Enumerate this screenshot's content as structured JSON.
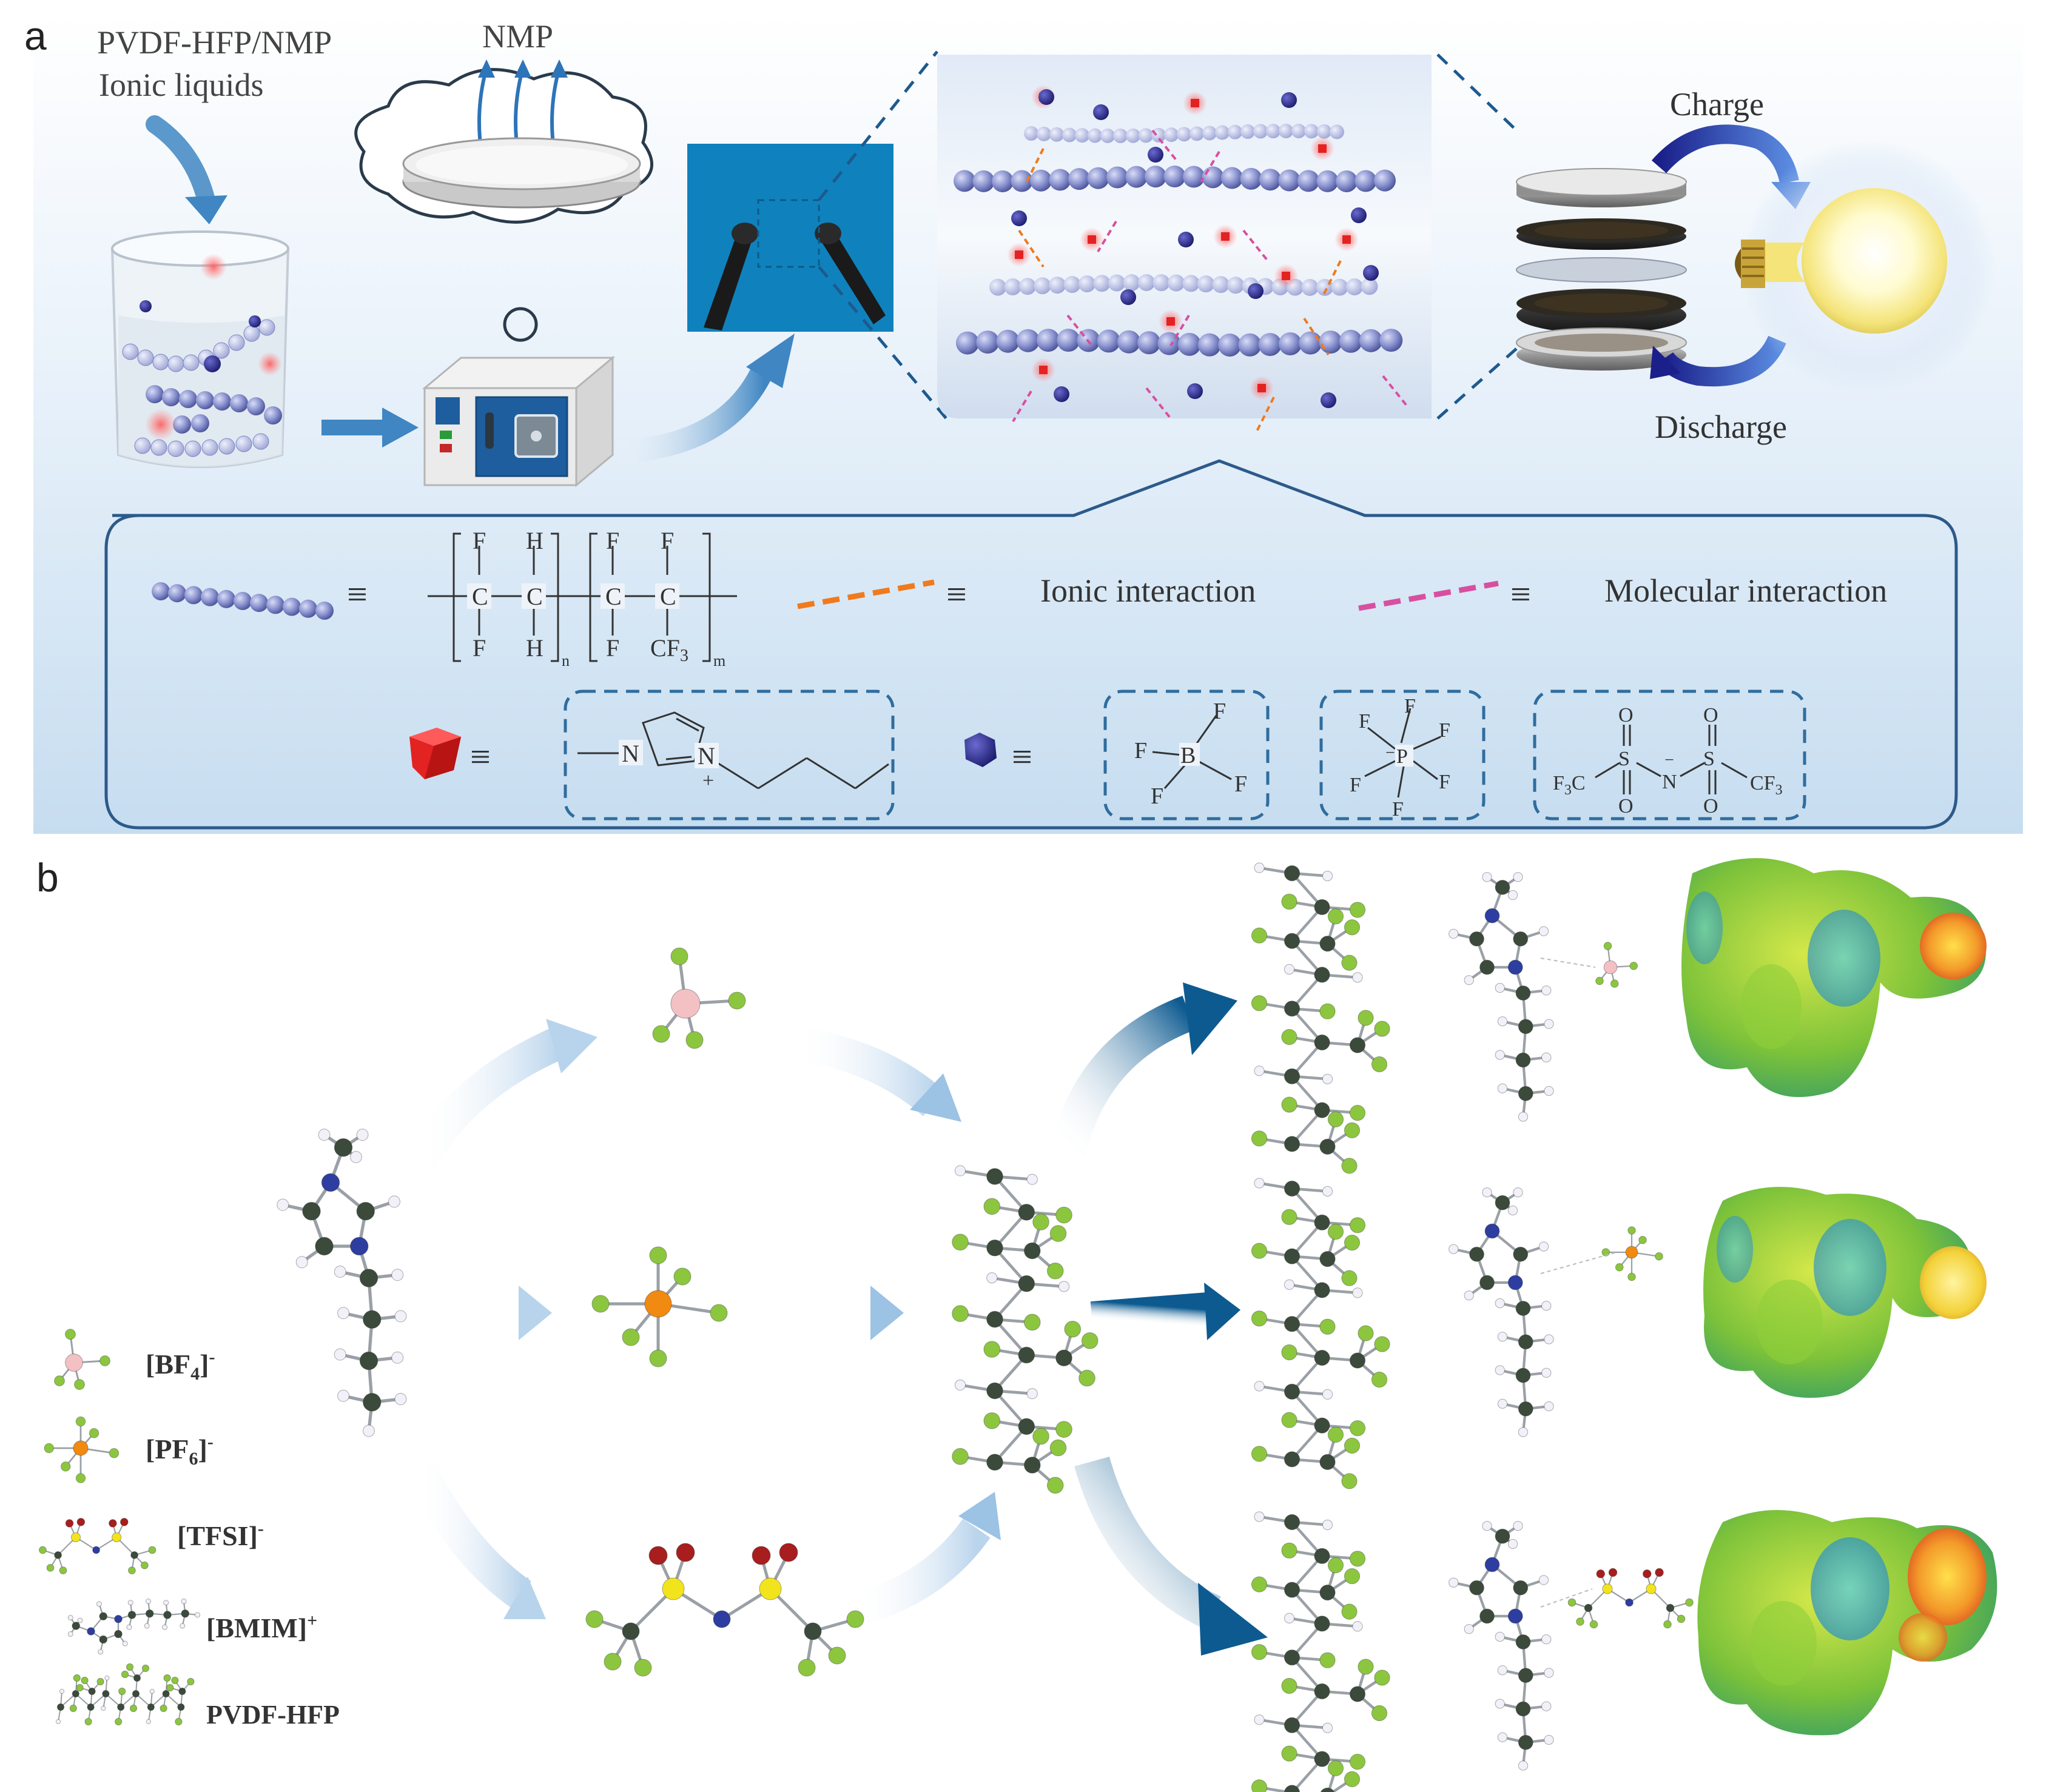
{
  "panel_a": {
    "letter": "a",
    "inputs_line1": "PVDF-HFP/NMP",
    "inputs_line2": "Ionic liquids",
    "evaporation_label": "NMP",
    "charge_label": "Charge",
    "discharge_label": "Discharge",
    "legend": {
      "ionic_interaction": "Ionic interaction",
      "molecular_interaction": "Molecular interaction",
      "equiv_symbol": "≡",
      "polymer_formula": {
        "fluorine": "F",
        "hydrogen": "H",
        "carbon": "C",
        "cf3": "CF",
        "sub_3": "3",
        "sub_n": "n",
        "sub_m": "m"
      },
      "cation_formula": {
        "nitrogen": "N",
        "plus": "+"
      },
      "bf4_formula": {
        "boron": "B",
        "fluorine": "F"
      },
      "pf6_formula": {
        "phosphorus": "P",
        "fluorine": "F",
        "minus": "−"
      },
      "tfsi_formula": {
        "sulfur": "S",
        "oxygen": "O",
        "nitrogen": "N",
        "minus": "−",
        "left_group": "F",
        "left_group_sub": "3",
        "left_group_end": "C",
        "right_group": "CF",
        "right_group_sub": "3"
      }
    }
  },
  "panel_b": {
    "letter": "b",
    "legend_items": [
      {
        "label": "[BF",
        "sub": "4",
        "sup": "-",
        "close": "]"
      },
      {
        "label": "[PF",
        "sub": "6",
        "sup": "-",
        "close": "]"
      },
      {
        "label": "[TFSI]",
        "sub": "",
        "sup": "-",
        "close": ""
      },
      {
        "label": "[BMIM]",
        "sub": "",
        "sup": "+",
        "close": ""
      },
      {
        "label": "PVDF-HFP",
        "sub": "",
        "sup": "",
        "close": ""
      }
    ]
  },
  "colors": {
    "panel_bg_top": "#ffffff",
    "panel_bg_bottom": "#c9dff1",
    "legend_border": "#2c5a8a",
    "dashed_box": "#2f6d9e",
    "polymer_bead": "#7f8ac8",
    "polymer_bead_dark": "#3f4aa0",
    "cation_red": "#e32222",
    "anion_blue": "#2a2a8c",
    "ionic_interaction": "#f07a1c",
    "molecular_interaction": "#d84fa0",
    "arrow_dark": "#0d5a90",
    "arrow_light": "#b8d4ec",
    "atom_carbon": "#3b4a3b",
    "atom_fluorine": "#8cc63f",
    "atom_hydrogen": "#f2f0f8",
    "atom_boron": "#f3c0c4",
    "atom_phosphorus": "#f08a10",
    "atom_sulfur": "#f2e41c",
    "atom_oxygen": "#a81d1d",
    "atom_nitrogen": "#2d3ea0"
  },
  "icons": [
    "beaker-icon",
    "petri-dish-icon",
    "cloud-icon",
    "vacuum-oven-icon",
    "tweezers-icon",
    "coin-cell-icon",
    "light-bulb-icon",
    "curved-arrow-icon"
  ]
}
